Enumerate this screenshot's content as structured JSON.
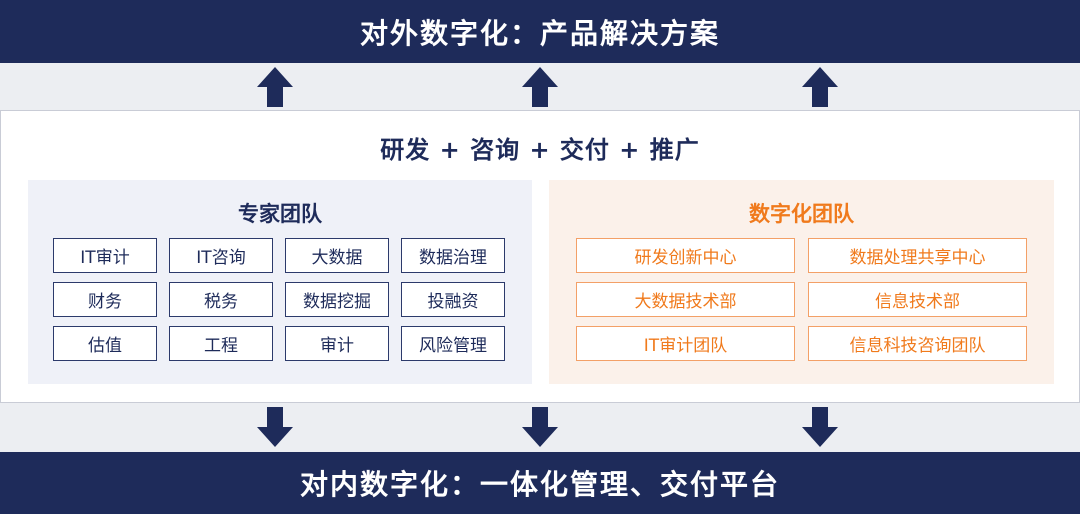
{
  "top_banner": "对外数字化：产品解决方案",
  "core_title": "研发 + 咨询 + 交付 + 推广",
  "expert_team": {
    "title": "专家团队",
    "items": [
      "IT审计",
      "IT咨询",
      "大数据",
      "数据治理",
      "财务",
      "税务",
      "数据挖掘",
      "投融资",
      "估值",
      "工程",
      "审计",
      "风险管理"
    ]
  },
  "digital_team": {
    "title": "数字化团队",
    "items": [
      "研发创新中心",
      "数据处理共享中心",
      "大数据技术部",
      "信息技术部",
      "IT审计团队",
      "信息科技咨询团队"
    ]
  },
  "bottom_banner": "对内数字化：一体化管理、交付平台",
  "colors": {
    "navy": "#1e2b5a",
    "orange": "#f07a1c",
    "orange_border": "#f3a067",
    "left_panel_bg": "#eff1f8",
    "right_panel_bg": "#fbf1ea"
  },
  "icons": [
    "arrow-up-icon",
    "arrow-down-icon"
  ]
}
